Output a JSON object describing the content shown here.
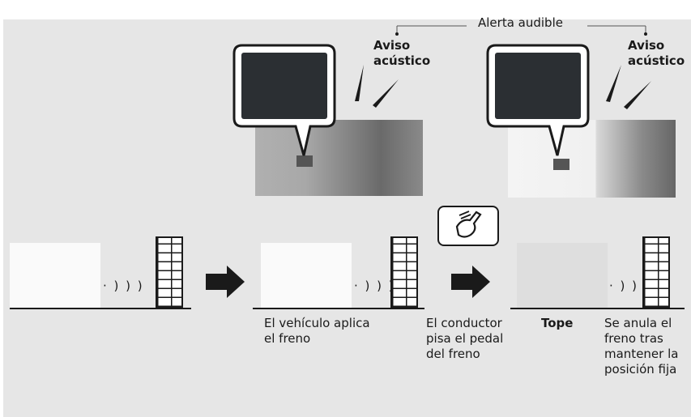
{
  "top_banner": {
    "label": "Alerta audible"
  },
  "warnings": [
    {
      "label": "Aviso\nacústico"
    },
    {
      "label": "Aviso\nacústico"
    }
  ],
  "steps": [
    {
      "caption": "El vehículo aplica\nel freno"
    },
    {
      "caption": "El conductor\npisa el pedal\ndel freno"
    },
    {
      "caption": "Tope"
    },
    {
      "caption": "Se anula el\nfreno tras\nmantener la\nposición fija"
    }
  ],
  "sound_waves": "· ) ) )",
  "colors": {
    "panel": "#e6e6e6",
    "screen": "#2b2f33",
    "ink": "#1a1a1a",
    "arrow": "#1a1a1a"
  }
}
